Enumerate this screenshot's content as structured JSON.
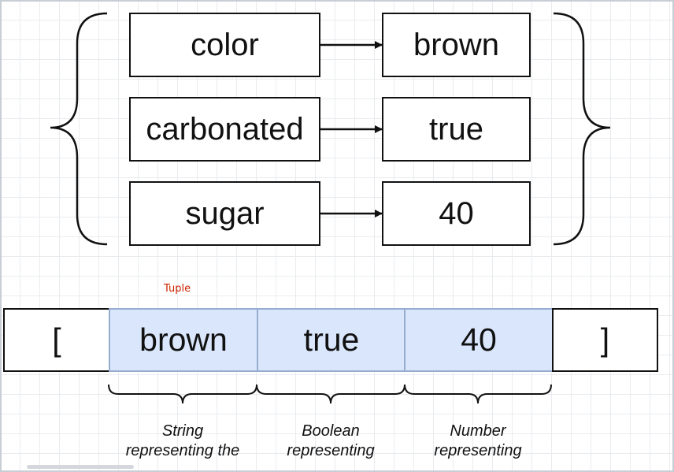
{
  "object": {
    "rows": [
      {
        "key": "color",
        "value": "brown"
      },
      {
        "key": "carbonated",
        "value": "true"
      },
      {
        "key": "sugar",
        "value": "40"
      }
    ]
  },
  "tuple": {
    "label": "Tuple",
    "open_bracket": "[",
    "close_bracket": "]",
    "elements": [
      "brown",
      "true",
      "40"
    ],
    "captions": [
      {
        "line1": "String",
        "line2": "representing the"
      },
      {
        "line1": "Boolean",
        "line2": "representing"
      },
      {
        "line1": "Number",
        "line2": "representing"
      }
    ]
  }
}
